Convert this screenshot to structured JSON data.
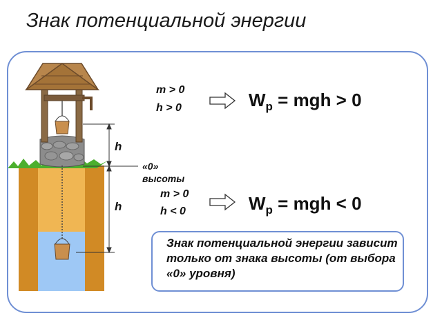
{
  "page_title": "Знак потенциальной энергии",
  "upper_case": {
    "condition_m": "m > 0",
    "condition_h": "h > 0",
    "formula_main": "W",
    "formula_sub": "p",
    "formula_rest": " = mgh > 0"
  },
  "lower_case": {
    "condition_m": "m > 0",
    "condition_h": "h < 0",
    "formula_main": "W",
    "formula_sub": "p",
    "formula_rest": " = mgh < 0"
  },
  "height_label_upper": "h",
  "height_label_lower": "h",
  "zero_level_line1": "«0»",
  "zero_level_line2": "высоты",
  "note": "Знак потенциальной энергии зависит только от знака высоты (от выбора «0» уровня)",
  "colors": {
    "frame_border": "#6f8fd4",
    "water": "#9ec8f5",
    "soil": "#e3a23c",
    "grass": "#4caf2e",
    "roof": "#b8864c",
    "stone": "#8c8c8c"
  }
}
